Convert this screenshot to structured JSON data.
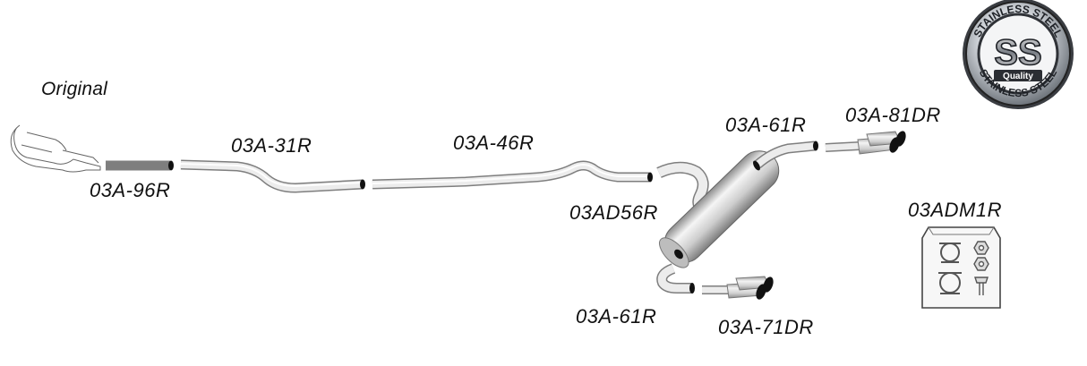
{
  "labels": {
    "original": "Original",
    "p96": "03A-96R",
    "p31": "03A-31R",
    "p46": "03A-46R",
    "p56": "03AD56R",
    "p61a": "03A-61R",
    "p81": "03A-81DR",
    "adm": "03ADM1R",
    "p61b": "03A-61R",
    "p71": "03A-71DR"
  },
  "badge": {
    "ring_text": "STAINLESS STEEL",
    "center": "SS",
    "sub": "Quality"
  },
  "colors": {
    "pipe_light": "#f2f2f2",
    "pipe_mid": "#c8c8c8",
    "pipe_dark": "#8a8a8a",
    "outline": "#555555",
    "pipe_end": "#111111"
  }
}
